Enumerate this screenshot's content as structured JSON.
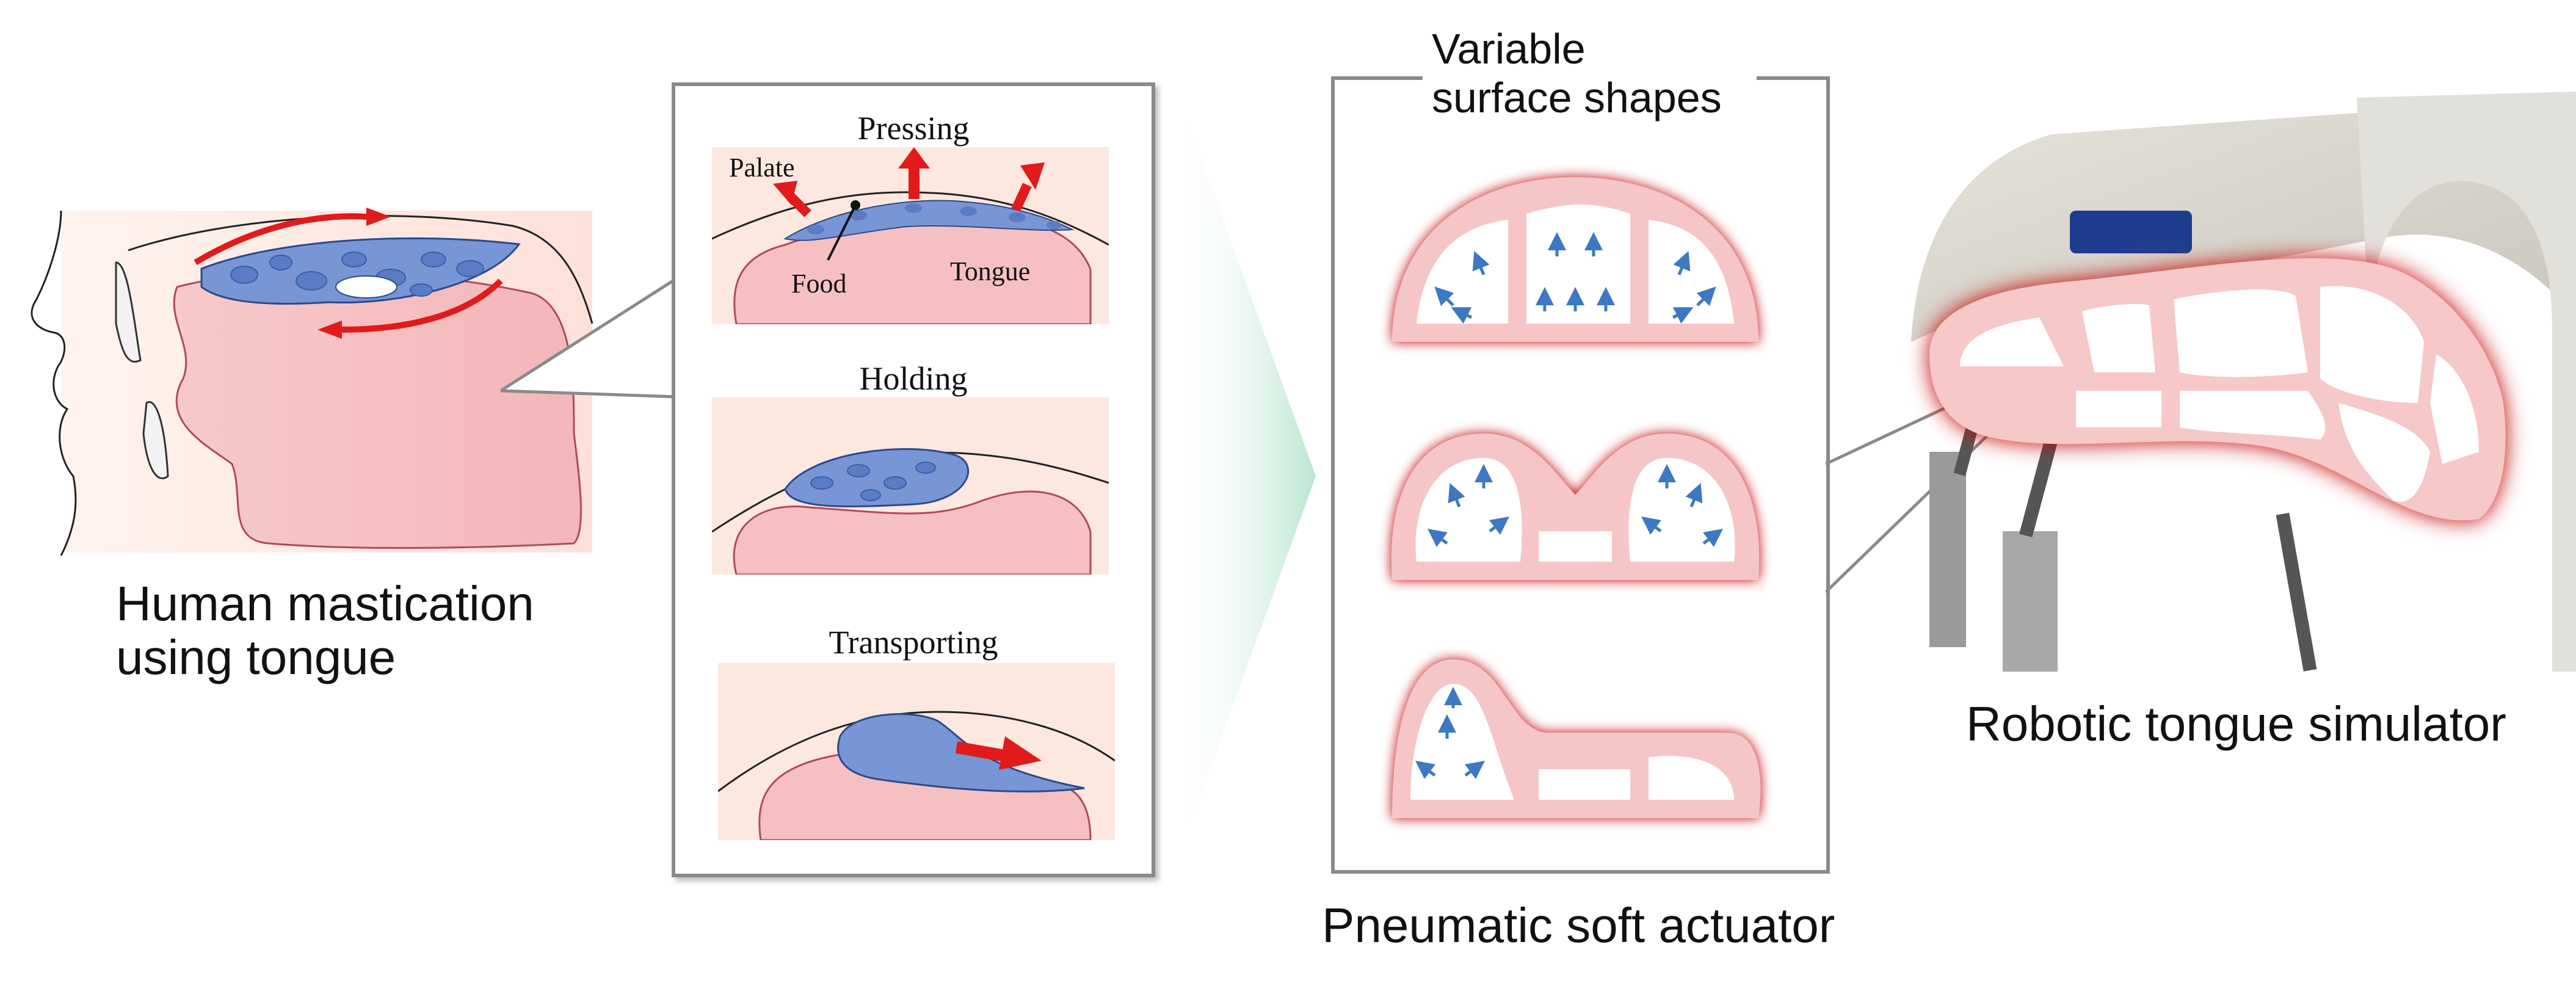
{
  "colors": {
    "tissue_pink": "#f6c8c8",
    "tissue_light": "#fde8e0",
    "food_blue": "#6f8fd0",
    "food_blue_dark": "#3a5ea8",
    "arrow_red": "#e11b1b",
    "glow_red": "#c40000",
    "panel_border": "#8a8a8a",
    "transition_green": "#bfe8d3",
    "actuator_arrow_blue": "#3d78c2"
  },
  "panels": {
    "human": {
      "caption_line1": "Human mastication",
      "caption_line2": "using tongue"
    },
    "stages": {
      "items": [
        {
          "title": "Pressing",
          "labels": {
            "palate": "Palate",
            "food": "Food",
            "tongue": "Tongue"
          }
        },
        {
          "title": "Holding"
        },
        {
          "title": "Transporting"
        }
      ]
    },
    "actuator": {
      "header_line1": "Variable",
      "header_line2": "surface shapes",
      "caption": "Pneumatic soft actuator",
      "shapes": [
        "dome",
        "double-hump",
        "front-raised"
      ]
    },
    "robot": {
      "caption": "Robotic tongue simulator"
    }
  }
}
